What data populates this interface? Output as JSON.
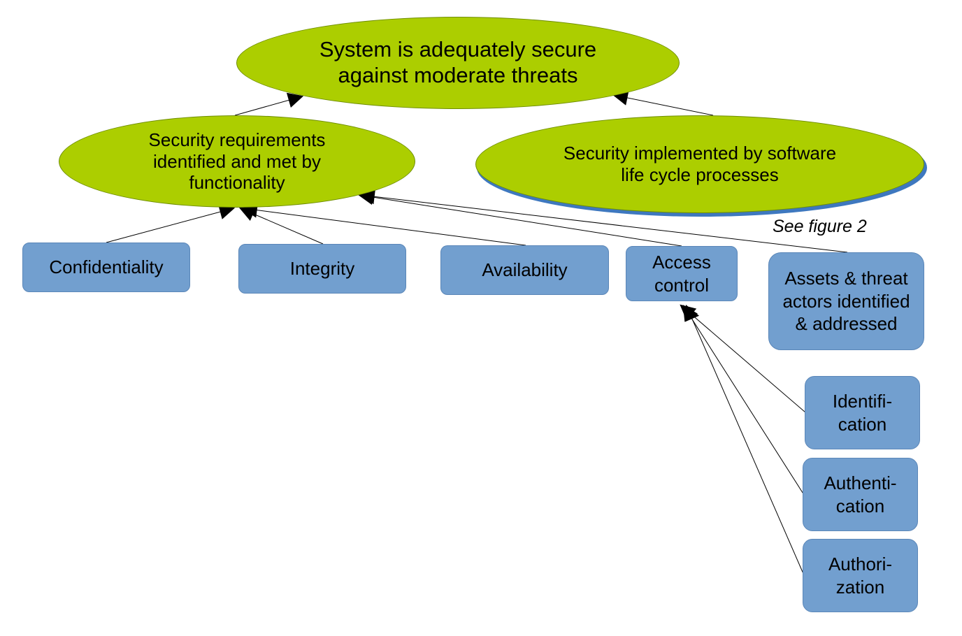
{
  "diagram": {
    "goal_top": "System is adequately secure against moderate threats",
    "goal_left": "Security requirements identified and met by functionality",
    "goal_right": "Security implemented by software life cycle processes",
    "note": "See figure 2",
    "boxes": {
      "confidentiality": "Confidentiality",
      "integrity": "Integrity",
      "availability": "Availability",
      "access_control": "Access control",
      "assets": "Assets & threat actors identified & addressed",
      "identification": "Identifi-cation",
      "authentication": "Authenti-cation",
      "authorization": "Authori-zation"
    },
    "colors": {
      "ellipse_fill": "#acce00",
      "box_fill": "#729fcf",
      "edge": "#000000"
    }
  }
}
